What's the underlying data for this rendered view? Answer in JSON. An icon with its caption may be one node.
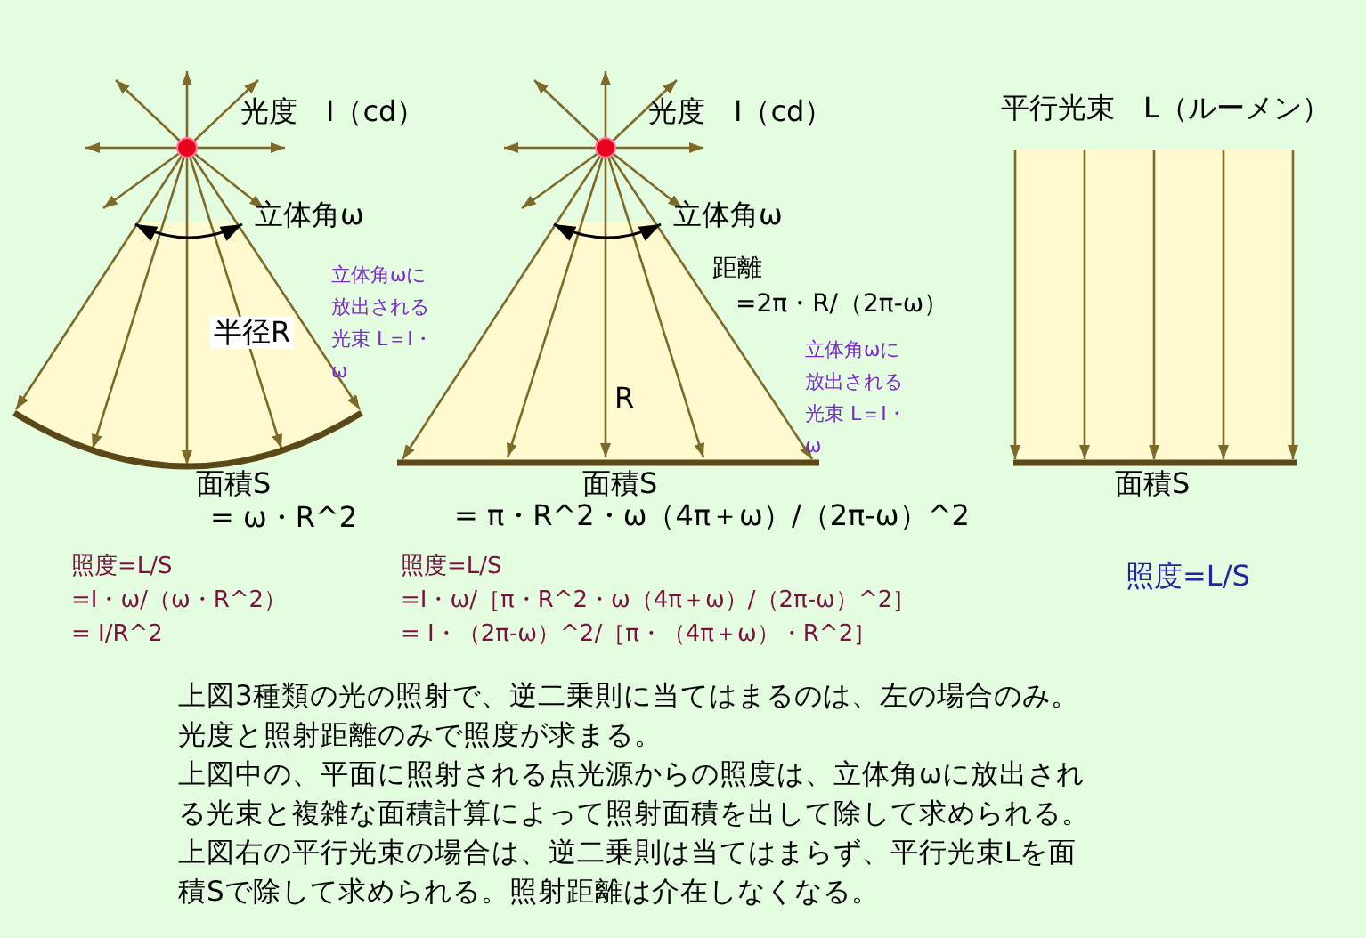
{
  "diagram": {
    "nodes": [
      {
        "text": [
          "半径R"
        ],
        "beside": [
          "面積S"
        ]
      },
      {
        "text": [
          "R"
        ],
        "beside": [
          "面積S"
        ]
      },
      {
        "text": [],
        "shape": "box",
        "beside": [
          "平行光束　L（ルーメン）",
          "面積S"
        ]
      }
    ],
    "labels": [
      "光度　I（cd）",
      "光度　I（cd）",
      "立体角ω",
      "立体角ωに放出される光束 L＝I・ω",
      "立体角ω",
      "距離",
      "=2π・R/（2π-ω）",
      "立体角ωに放出される光束 L＝I・ω",
      "= ω・R^2",
      "= π・R^2・ω（4π＋ω）/（2π-ω）^2",
      "照度=L/S",
      "=I・ω/（ω・R^2）",
      "=  I/R^2",
      "照度=L/S",
      "=I・ω/［π・R^2・ω（4π＋ω）/（2π-ω）^2］",
      "=  I・（2π-ω）^2/［π・（4π＋ω）・R^2］",
      "照度=L/S",
      "上図3種類の光の照射で、逆二乗則に当てはまるのは、左の場合のみ。光度と照射距離のみで照度が求まる。",
      "上図中の、平面に照射される点光源からの照度は、立体角ωに放出される光束と複雑な面積計算によって照射面積を出して除して求められる。",
      "上図右の平行光束の場合は、逆二乗則は当てはまらず、平行光束Lを面積Sで除して求められる。照射距離は介在しなくなる。"
    ]
  }
}
